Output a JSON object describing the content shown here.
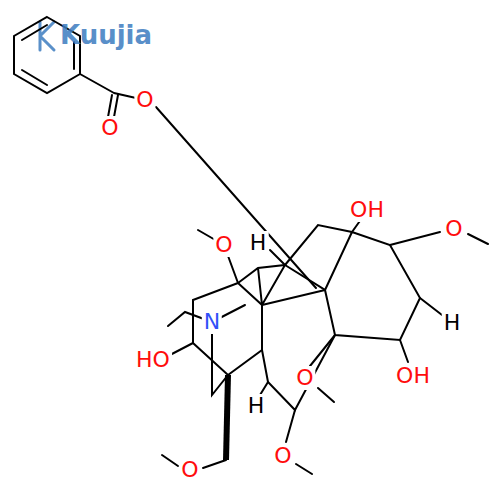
{
  "diagram": {
    "labels": [
      "Kuujia",
      "O",
      "O",
      "OH",
      "O",
      "H",
      "O",
      "N",
      "H",
      "HO",
      "OH",
      "H",
      "O",
      "O",
      "O"
    ]
  }
}
